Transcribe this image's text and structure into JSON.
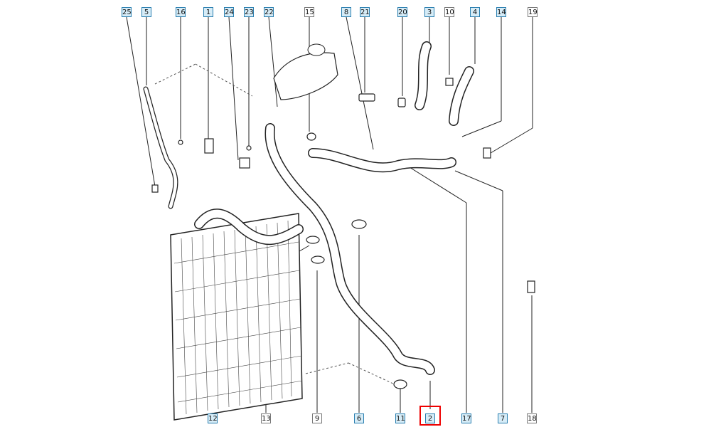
{
  "diagram": {
    "highlighted_part": "2",
    "highlight_color": "#e00000",
    "top_labels": [
      {
        "num": "25",
        "style": "blue"
      },
      {
        "num": "5",
        "style": "blue"
      },
      {
        "num": "16",
        "style": "blue"
      },
      {
        "num": "1",
        "style": "blue"
      },
      {
        "num": "24",
        "style": "blue"
      },
      {
        "num": "23",
        "style": "blue"
      },
      {
        "num": "22",
        "style": "blue"
      },
      {
        "num": "15",
        "style": "white"
      },
      {
        "num": "8",
        "style": "blue"
      },
      {
        "num": "21",
        "style": "blue"
      },
      {
        "num": "20",
        "style": "blue"
      },
      {
        "num": "3",
        "style": "blue"
      },
      {
        "num": "10",
        "style": "white"
      },
      {
        "num": "4",
        "style": "blue"
      },
      {
        "num": "14",
        "style": "blue"
      },
      {
        "num": "19",
        "style": "white"
      }
    ],
    "bottom_labels": [
      {
        "num": "12",
        "style": "blue"
      },
      {
        "num": "13",
        "style": "white"
      },
      {
        "num": "9",
        "style": "white"
      },
      {
        "num": "6",
        "style": "blue"
      },
      {
        "num": "11",
        "style": "blue"
      },
      {
        "num": "2",
        "style": "blue"
      },
      {
        "num": "17",
        "style": "blue"
      },
      {
        "num": "7",
        "style": "blue"
      },
      {
        "num": "18",
        "style": "white"
      }
    ]
  }
}
